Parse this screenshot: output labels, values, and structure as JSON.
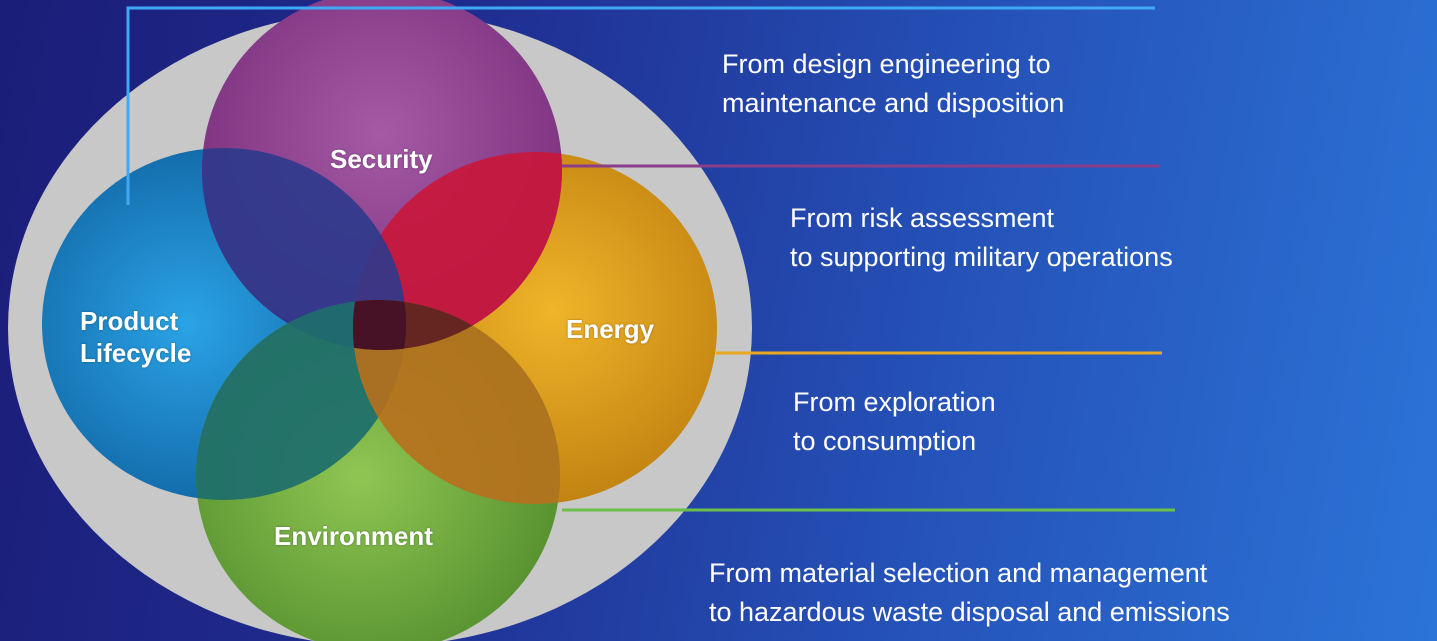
{
  "diagram": {
    "circles": [
      {
        "id": "security",
        "label": "Security",
        "color": "#8e3f8f"
      },
      {
        "id": "product-lifecycle",
        "label_lines": [
          "Product",
          "Lifecycle"
        ],
        "color": "#1a8fd4"
      },
      {
        "id": "energy",
        "label": "Energy",
        "color": "#e0a018"
      },
      {
        "id": "environment",
        "label": "Environment",
        "color": "#7cb342"
      }
    ],
    "overlap_color": "#c8173c",
    "ellipse_color": "#c8c8c8"
  },
  "captions": {
    "product_lifecycle": {
      "lines": [
        "From design engineering to",
        "maintenance and disposition"
      ],
      "line_color": "#3fa9f5"
    },
    "security": {
      "lines": [
        "From risk assessment",
        "to supporting military operations"
      ],
      "line_color": "#8a3d8a"
    },
    "energy": {
      "lines": [
        "From exploration",
        "to consumption"
      ],
      "line_color": "#e8a820"
    },
    "environment": {
      "lines": [
        "From material selection and management",
        "to hazardous waste disposal and emissions"
      ],
      "line_color": "#6cc04a"
    }
  }
}
